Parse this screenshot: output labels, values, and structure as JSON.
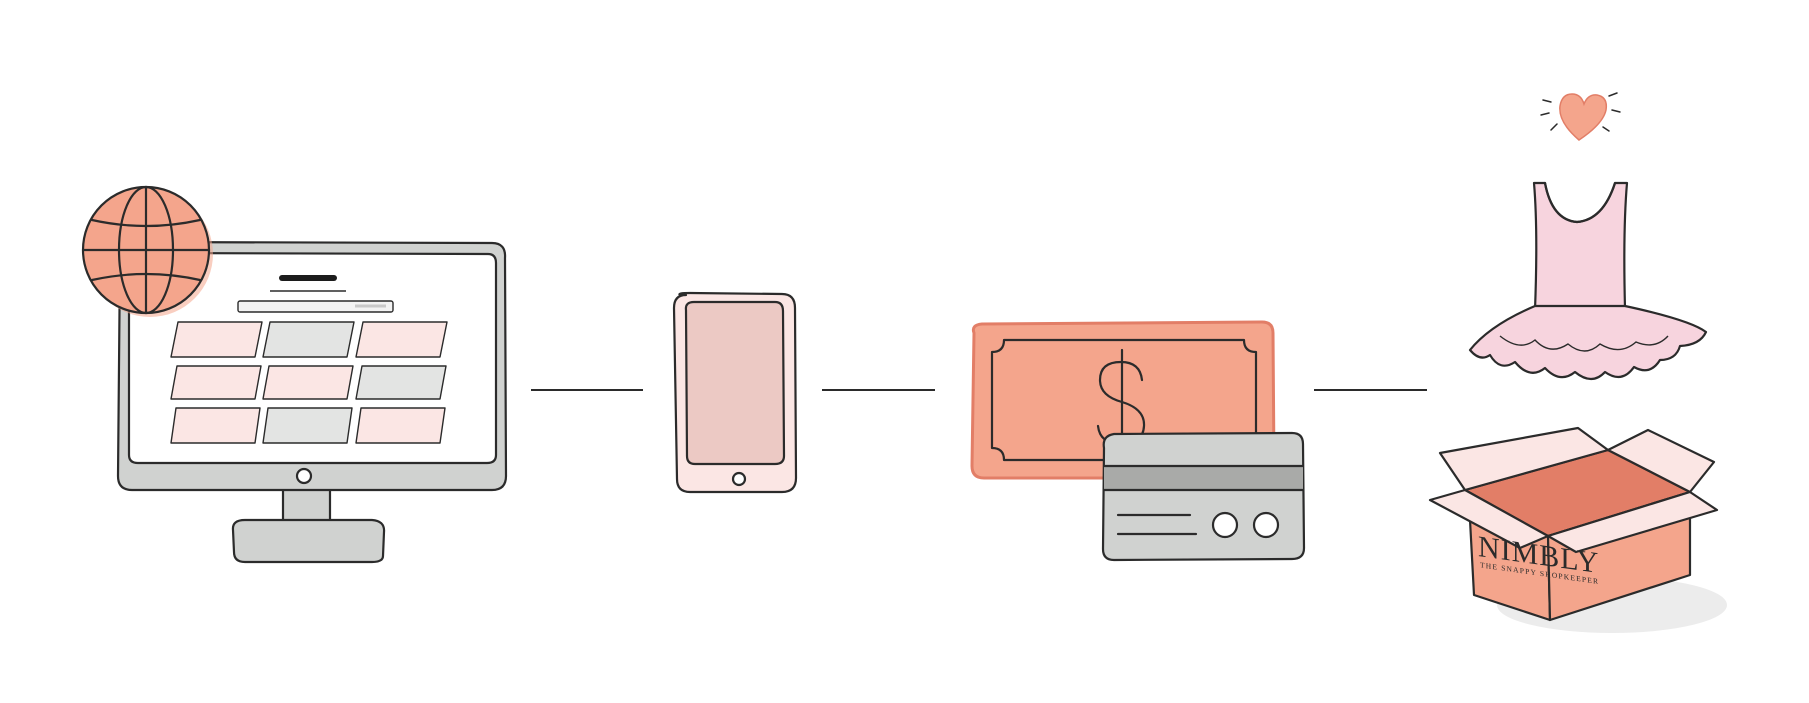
{
  "diagram": {
    "steps": [
      {
        "id": "browse",
        "icon": "globe-monitor-icon"
      },
      {
        "id": "mobile",
        "icon": "smartphone-icon"
      },
      {
        "id": "pay",
        "icon": "cash-and-card-icon"
      },
      {
        "id": "deliver",
        "icon": "dress-in-box-icon"
      }
    ]
  },
  "box": {
    "brand": "NIMBLY",
    "tagline": "THE SNAPPY SHOPKEEPER"
  },
  "colors": {
    "salmon": "#f4a58c",
    "salmon_dark": "#e27e67",
    "pink_light": "#fbe6e4",
    "pink_phone": "#ecc9c4",
    "grey": "#d0d2d0",
    "grey_dark": "#a9aaa8",
    "dress": "#f7d4de",
    "ink": "#2b2b2b"
  }
}
